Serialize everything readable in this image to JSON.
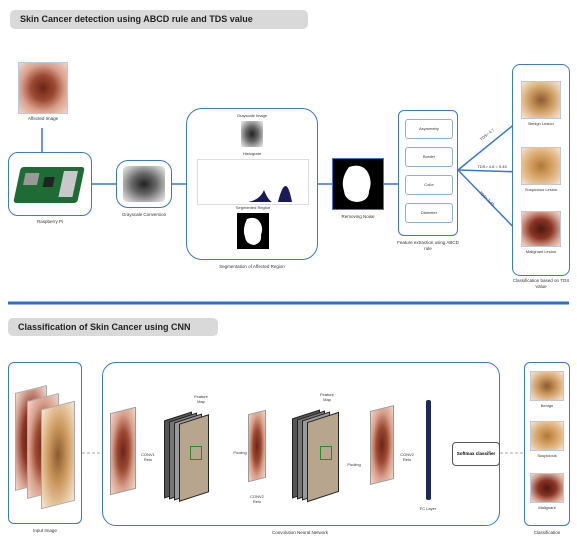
{
  "top": {
    "title": "Skin Cancer detection using ABCD rule and TDS value",
    "affected_image": "Affected Image",
    "raspberry": "Raspberry Pi",
    "grayscale_conversion": "Grayscale Conversion",
    "grayscale_image": "Grayscale Image",
    "histogram": "Histogram",
    "segmented_region": "Segmented Region",
    "segmentation": "Segmentation of Affected Region",
    "removing_noise": "Removing Noise",
    "features": [
      "Asymmetry",
      "Border",
      "Color",
      "Diameter"
    ],
    "feature_extraction": "Feature extraction using ABCD rule",
    "tds_high": "TDS> 4.7",
    "tds_mid": "TDS> 4.8 < 5.45",
    "tds_low": "TDS> 5.45",
    "benign": "Benign Lesion",
    "suspicious": "Suspicious Lesion",
    "malignant": "Malignant Lesion",
    "classification": "Classification based on TDS Value"
  },
  "bottom": {
    "title": "Classification of Skin Cancer using CNN",
    "input_image": "Input Image",
    "conv1": "CONV1\nRelu",
    "feature_map": "Feature\nMap",
    "pooling": "Pooling",
    "conv2": "CONV2\nRelu",
    "conv3": "CONV2\nRelu",
    "fc_layer": "FC Layer",
    "softmax": "Softmax classifier",
    "cnn": "Convolution Neural Network",
    "benign": "Benign",
    "suspicious": "Suspicious",
    "malignant": "Malignant",
    "classification": "Classification"
  },
  "colors": {
    "accent": "#3a78c8",
    "divider": "#2d6fc4",
    "banner": "#d9d9d9"
  }
}
